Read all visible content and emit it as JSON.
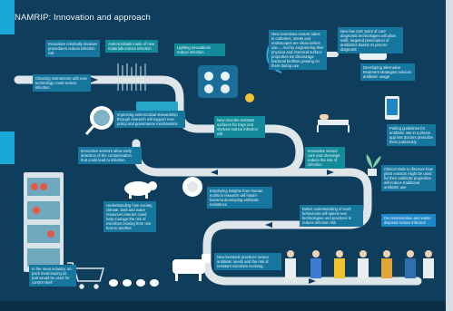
{
  "title": "NAMRIP: Innovation and approach",
  "notes": [
    {
      "id": "n1",
      "text": "Innovative minimally invasive procedures reduce infection risk"
    },
    {
      "id": "n2",
      "text": "Antimicrobials made of new materials reduce infection"
    },
    {
      "id": "n3",
      "text": "Cleaning instruments with new technology could reduce infection"
    },
    {
      "id": "n4",
      "text": "Lighting innovations reduce infection"
    },
    {
      "id": "n5",
      "text": "New inventions ensure tubes in catheters, stents and endoscopes are clean before use.... And by engineering their physical and chemical surface properties we discourage bacterial biofilms growing on them during use"
    },
    {
      "id": "n6",
      "text": "New low cost 'point of care' diagnostic technologies will allow swift, targeted prescription of antibiotics based on precise diagnosis"
    },
    {
      "id": "n7",
      "text": "Improving antimicrobial stewardship through research will support new policy and governance mechanisms"
    },
    {
      "id": "n8",
      "text": "New microbe resistant surfaces for trays and shelves reduce infection risk"
    },
    {
      "id": "n9",
      "text": "Developing alternative treatment strategies reduces antibiotic usage"
    },
    {
      "id": "n10",
      "text": "Putting guidelines for antibiotic use in a phone app lets doctors prescribe them judiciously"
    },
    {
      "id": "n11",
      "text": "Innovative sensors allow early detection of the contamination that could lead to infection"
    },
    {
      "id": "n12",
      "text": "Innovative wound care and dressings reduce the risk of infection"
    },
    {
      "id": "n13",
      "text": "Employing insights from human nutrition research will hinder bacteria developing antibiotic resistance"
    },
    {
      "id": "n14",
      "text": "Clinical trials to discover how plant extracts might be used for their antibiotic properties will reduce traditional antibiotic use"
    },
    {
      "id": "n15",
      "text": "Understanding how society, climate, land and water resources interact could help manage the risk of microbes moving from one host to another"
    },
    {
      "id": "n16",
      "text": "Better understanding of work behaviours will speed new technologies and practices to reduce infection risk"
    },
    {
      "id": "n17",
      "text": "Decontamination and waste disposal reduce infection"
    },
    {
      "id": "n18",
      "text": "New livestock practices reduce antibiotic needs and the risk of resistant microbes evolving"
    },
    {
      "id": "n19",
      "text": "In the meat industry, on-pack meat buying as part would be used for control shelf"
    }
  ],
  "colors": {
    "background": "#0f3d5c",
    "road": "#dfe6ea",
    "note": "#16769e",
    "note_teal": "#128a9a",
    "accent": "#19a9d8",
    "highlight": "#f2c230"
  }
}
